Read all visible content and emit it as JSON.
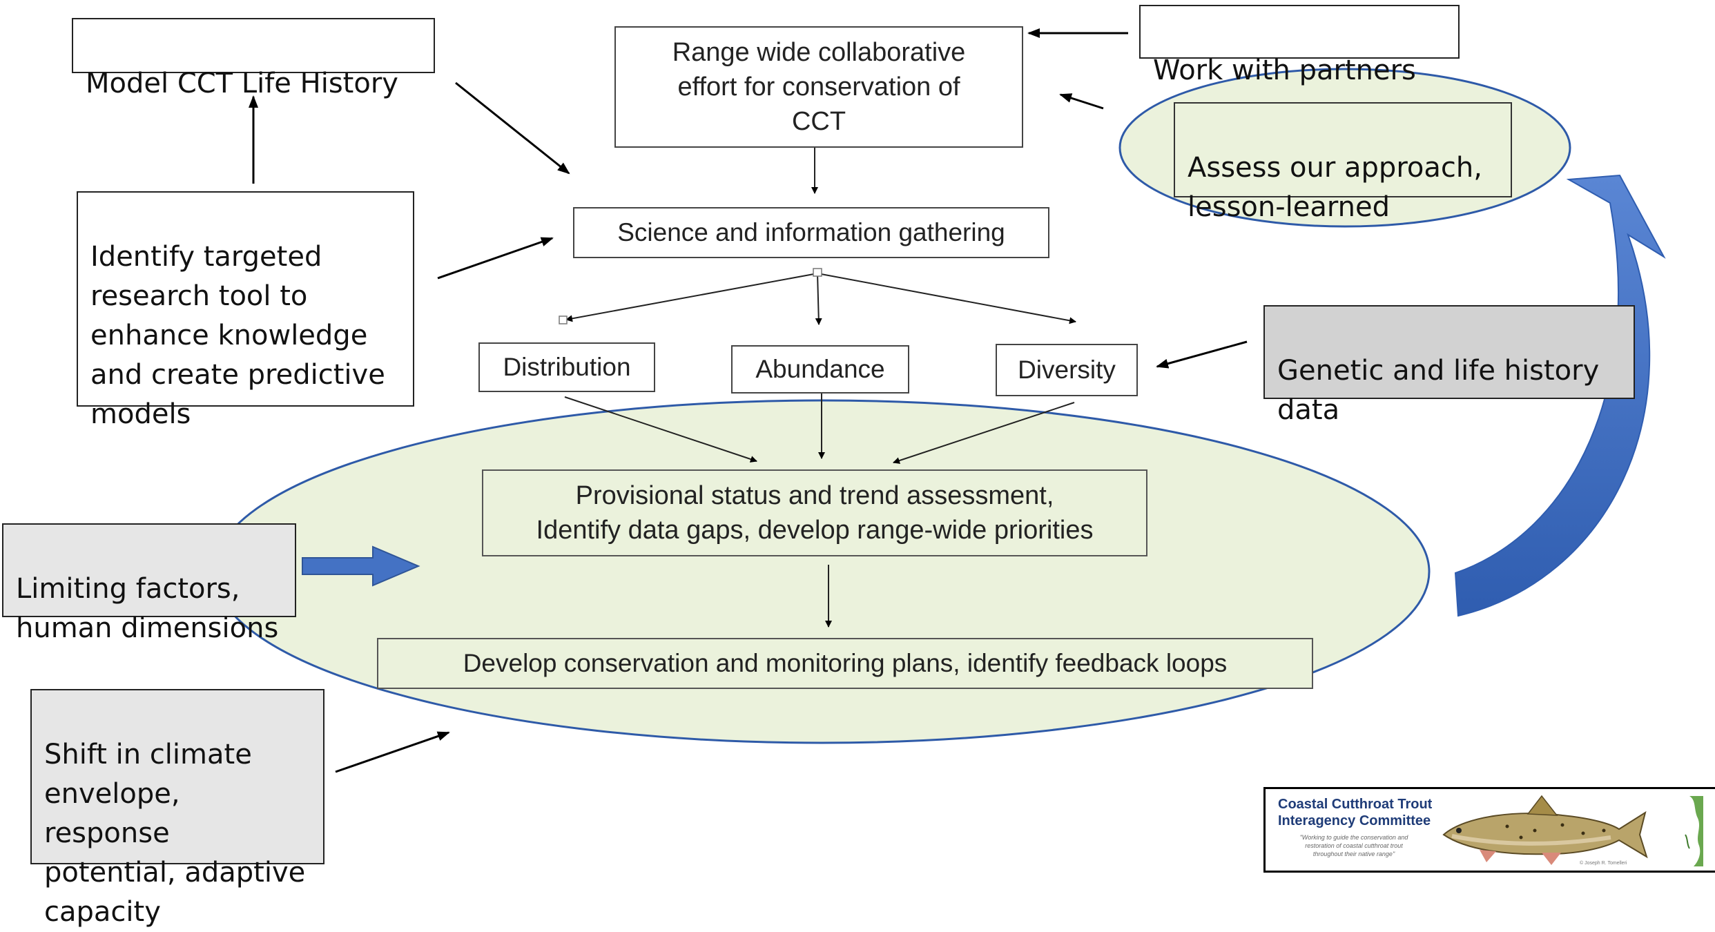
{
  "nodes": {
    "range_wide": "Range wide collaborative\neffort for conservation of\nCCT",
    "science": "Science and information gathering",
    "distribution": "Distribution",
    "abundance": "Abundance",
    "diversity": "Diversity",
    "provisional": "Provisional status and trend assessment,\nIdentify data gaps, develop range-wide priorities",
    "develop_plans": "Develop conservation and monitoring plans, identify feedback loops"
  },
  "side_inputs": {
    "model_cct": "Model CCT Life History",
    "identify_targeted": "Identify targeted\nresearch tool to\nenhance knowledge\nand create predictive\nmodels",
    "limiting_factors": "Limiting factors,\nhuman dimensions",
    "shift_climate": "Shift in climate\nenvelope, response\npotential, adaptive\ncapacity",
    "work_partners": "Work with partners",
    "assess_approach": "Assess our approach,\nlesson-learned",
    "genetic_data": "Genetic and life history\ndata"
  },
  "logo": {
    "title": "Coastal Cutthroat Trout\nInteragency Committee",
    "tagline": "\"Working to guide the conservation and\nrestoration of coastal cutthroat trout\nthroughout their native range\"",
    "credit": "© Joseph R. Tomelleri"
  },
  "colors": {
    "ellipse_fill": "#ebf2dc",
    "ellipse_stroke": "#2e5aa8",
    "blue_arrow": "#4472c4",
    "grey_box": "#e6e6e6",
    "grey_box_dark": "#d2d2d2"
  }
}
